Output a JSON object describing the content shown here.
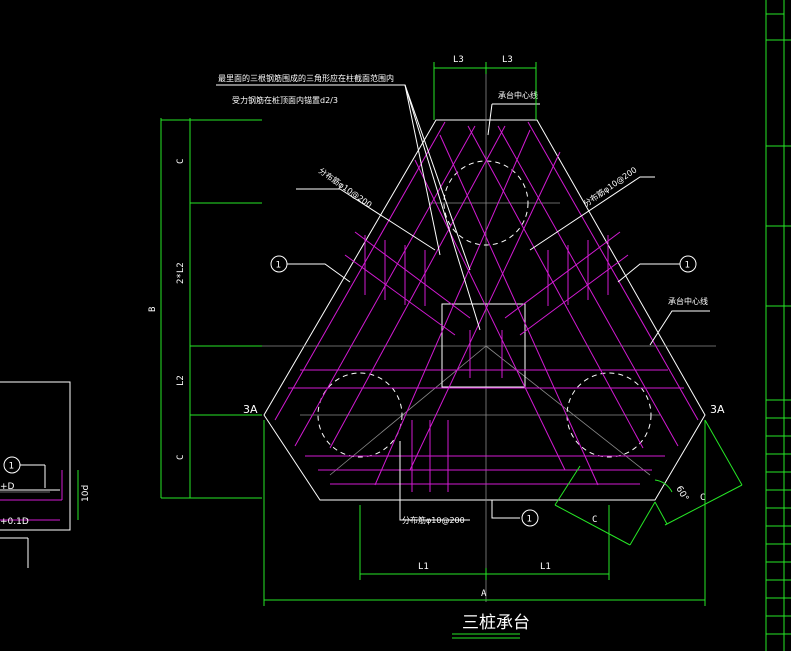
{
  "title": "三桩承台",
  "notes": {
    "line1": "最里面的三根钢筋围成的三角形应在柱截面范围内",
    "line2": "受力钢筋在桩顶面内锚置d2/3"
  },
  "labels": {
    "cap_centerline_top": "承台中心线",
    "cap_centerline_right": "承台中心线",
    "rebar_left": "分布筋φ10@200",
    "rebar_right": "分布筋φ10@200",
    "rebar_bottom": "分布筋φ10@200",
    "marker_1": "1",
    "marker_2": "1",
    "marker_3": "1",
    "marker_4": "1",
    "section_left": "3A",
    "section_right": "3A",
    "angle": "60°"
  },
  "dims": {
    "top_l3_left": "L3",
    "top_l3_right": "L3",
    "left_c_top": "C",
    "left_2l2": "2*L2",
    "left_l2": "L2",
    "left_c_bottom": "C",
    "left_b": "B",
    "bottom_l1_left": "L1",
    "bottom_l1_right": "L1",
    "bottom_a": "A",
    "right_c1": "C",
    "right_c2": "C"
  },
  "partial_left": {
    "tag_10d": "10d",
    "tag_d": "+D",
    "tag_01d": "+0.1D"
  }
}
